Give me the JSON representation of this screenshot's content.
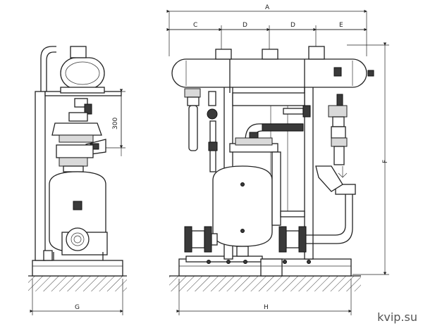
{
  "dimensions": {
    "A": "A",
    "C": "C",
    "D1": "D",
    "D2": "D",
    "E": "E",
    "F": "F",
    "G": "G",
    "H": "H",
    "height_300": "300"
  },
  "watermark": "kvip.su",
  "colors": {
    "line": "#222222",
    "background": "#ffffff",
    "shade": "#d9d9d9"
  }
}
